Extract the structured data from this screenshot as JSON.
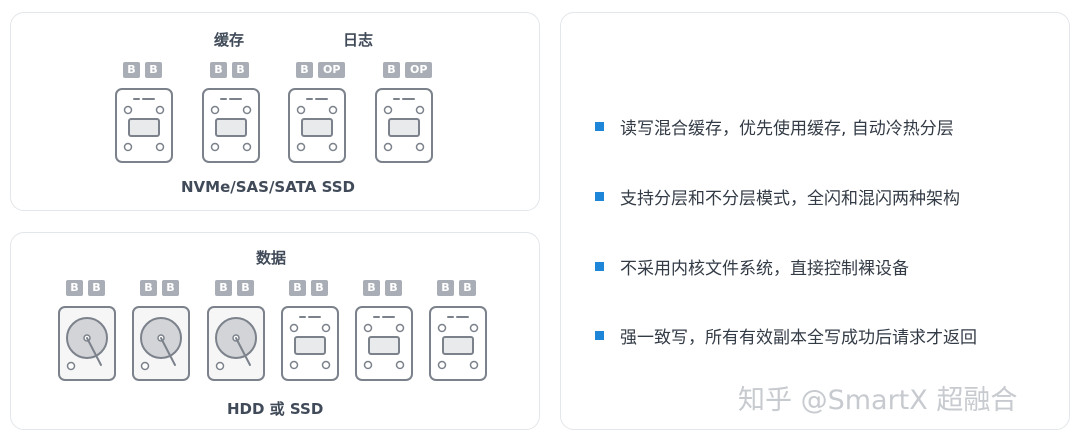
{
  "cache_panel": {
    "label_cache": "缓存",
    "label_log": "日志",
    "caption": "NVMe/SAS/SATA SSD",
    "drives": [
      {
        "type": "ssd",
        "tags": [
          "B",
          "B"
        ]
      },
      {
        "type": "ssd",
        "tags": [
          "B",
          "B"
        ]
      },
      {
        "type": "ssd",
        "tags": [
          "B",
          "OP"
        ]
      },
      {
        "type": "ssd",
        "tags": [
          "B",
          "OP"
        ]
      }
    ]
  },
  "data_panel": {
    "label_data": "数据",
    "caption": "HDD 或 SSD",
    "drives": [
      {
        "type": "hdd",
        "tags": [
          "B",
          "B"
        ]
      },
      {
        "type": "hdd",
        "tags": [
          "B",
          "B"
        ]
      },
      {
        "type": "hdd",
        "tags": [
          "B",
          "B"
        ]
      },
      {
        "type": "ssd",
        "tags": [
          "B",
          "B"
        ]
      },
      {
        "type": "ssd",
        "tags": [
          "B",
          "B"
        ]
      },
      {
        "type": "ssd",
        "tags": [
          "B",
          "B"
        ]
      }
    ]
  },
  "features": [
    "读写混合缓存，优先使用缓存, 自动冷热分层",
    "支持分层和不分层模式，全闪和混闪两种架构",
    "不采用内核文件系统，直接控制裸设备",
    "强一致写，所有有效副本全写成功后请求才返回"
  ],
  "watermark": "知乎 @SmartX 超融合",
  "colors": {
    "bullet": "#1d86d8",
    "tag": "#a9aeb6",
    "drive_stroke": "#7c828b",
    "panel_border": "#e3e6ea"
  }
}
